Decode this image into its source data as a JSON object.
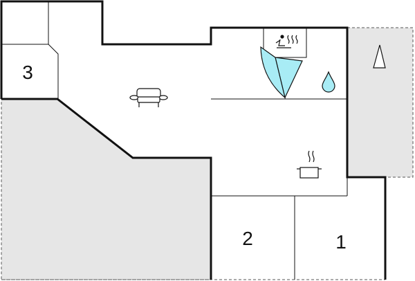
{
  "rooms": [
    {
      "id": "bedroom-1",
      "label": "1"
    },
    {
      "id": "bedroom-2",
      "label": "2"
    },
    {
      "id": "bedroom-3",
      "label": "3"
    }
  ],
  "symbols": [
    "sofa-icon",
    "sauna-icon",
    "sauna-bench-icon",
    "water-drop-icon",
    "cooking-pot-icon",
    "north-arrow-icon"
  ],
  "colors": {
    "terrace": "#e6e6e6",
    "wall": "#111111",
    "water": "#a8ecf5",
    "outline_dashed": "#555555"
  }
}
